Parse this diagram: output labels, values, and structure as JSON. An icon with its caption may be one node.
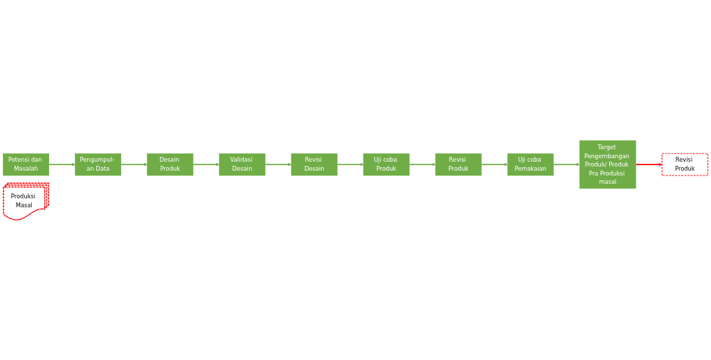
{
  "diagram": {
    "nodes": [
      {
        "text": [
          "Potensi dan Masalah"
        ]
      },
      {
        "text": [
          "Pengumpul- an Data"
        ]
      },
      {
        "text": [
          "Desain Produk"
        ]
      },
      {
        "text": [
          "Validasi Desain"
        ]
      },
      {
        "text": [
          "Revisi Desain"
        ]
      },
      {
        "text": [
          "Uji coba Produk"
        ]
      },
      {
        "text": [
          "Revisi Produk"
        ]
      },
      {
        "text": [
          "Uji coba Pemakaian"
        ]
      },
      {
        "text": [
          "Target Pengembangan Produk/ Produk Pra Produksi masal"
        ]
      },
      {
        "text": [
          "Revisi Produk"
        ]
      },
      {
        "text": [
          "Produksi Masal"
        ]
      }
    ],
    "edges": [
      {
        "from": 0,
        "to": 1,
        "arrow": "to"
      },
      {
        "from": 1,
        "to": 2,
        "arrow": "to"
      },
      {
        "from": 2,
        "to": 3,
        "arrow": "to"
      },
      {
        "from": 3,
        "to": 4,
        "arrow": "to"
      },
      {
        "from": 4,
        "to": 5,
        "arrow": "to"
      },
      {
        "from": 5,
        "to": 6,
        "arrow": "to"
      },
      {
        "from": 6,
        "to": 7,
        "arrow": "to"
      },
      {
        "from": 7,
        "to": 8,
        "arrow": "to"
      },
      {
        "from": 8,
        "to": 9,
        "arrow": "to",
        "color": "#ff0000"
      }
    ]
  }
}
